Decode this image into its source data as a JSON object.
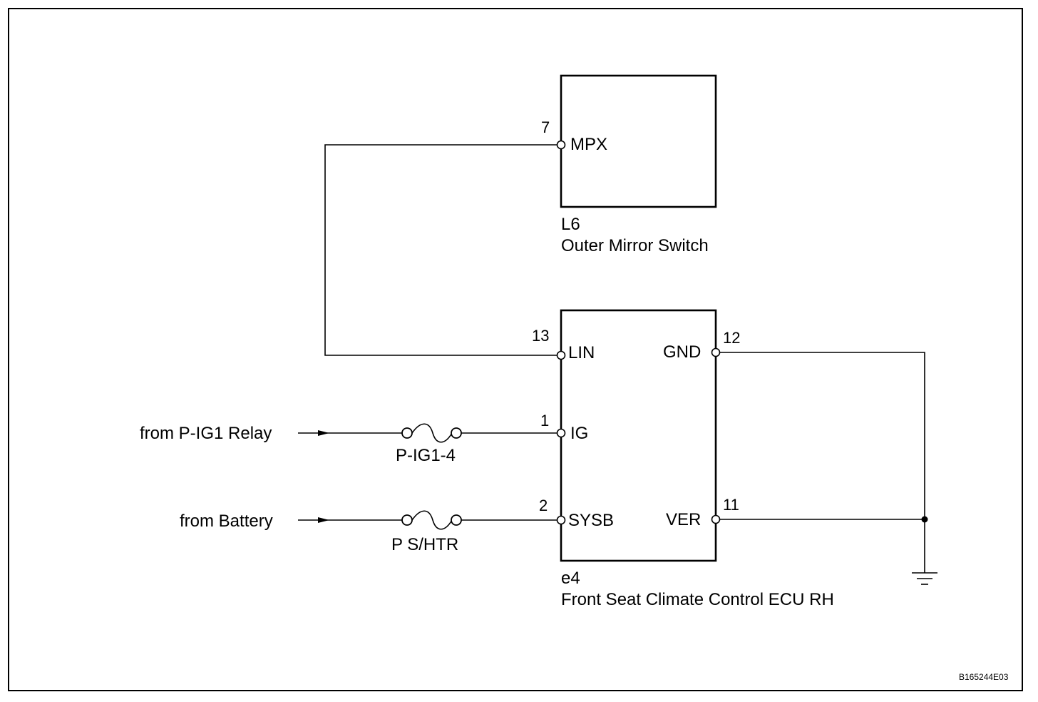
{
  "components": {
    "mirror_switch": {
      "id": "L6",
      "name": "Outer Mirror Switch",
      "pins": {
        "mpx_num": "7",
        "mpx_label": "MPX"
      }
    },
    "ecu": {
      "id": "e4",
      "name": "Front Seat Climate Control ECU RH",
      "pins": {
        "lin_num": "13",
        "lin_label": "LIN",
        "ig_num": "1",
        "ig_label": "IG",
        "sysb_num": "2",
        "sysb_label": "SYSB",
        "gnd_num": "12",
        "gnd_label": "GND",
        "ver_num": "11",
        "ver_label": "VER"
      }
    }
  },
  "sources": {
    "relay": "from P-IG1 Relay",
    "battery": "from Battery"
  },
  "fuses": {
    "pig1": "P-IG1-4",
    "pshtr": "P S/HTR"
  },
  "figure_code": "B165244E03"
}
